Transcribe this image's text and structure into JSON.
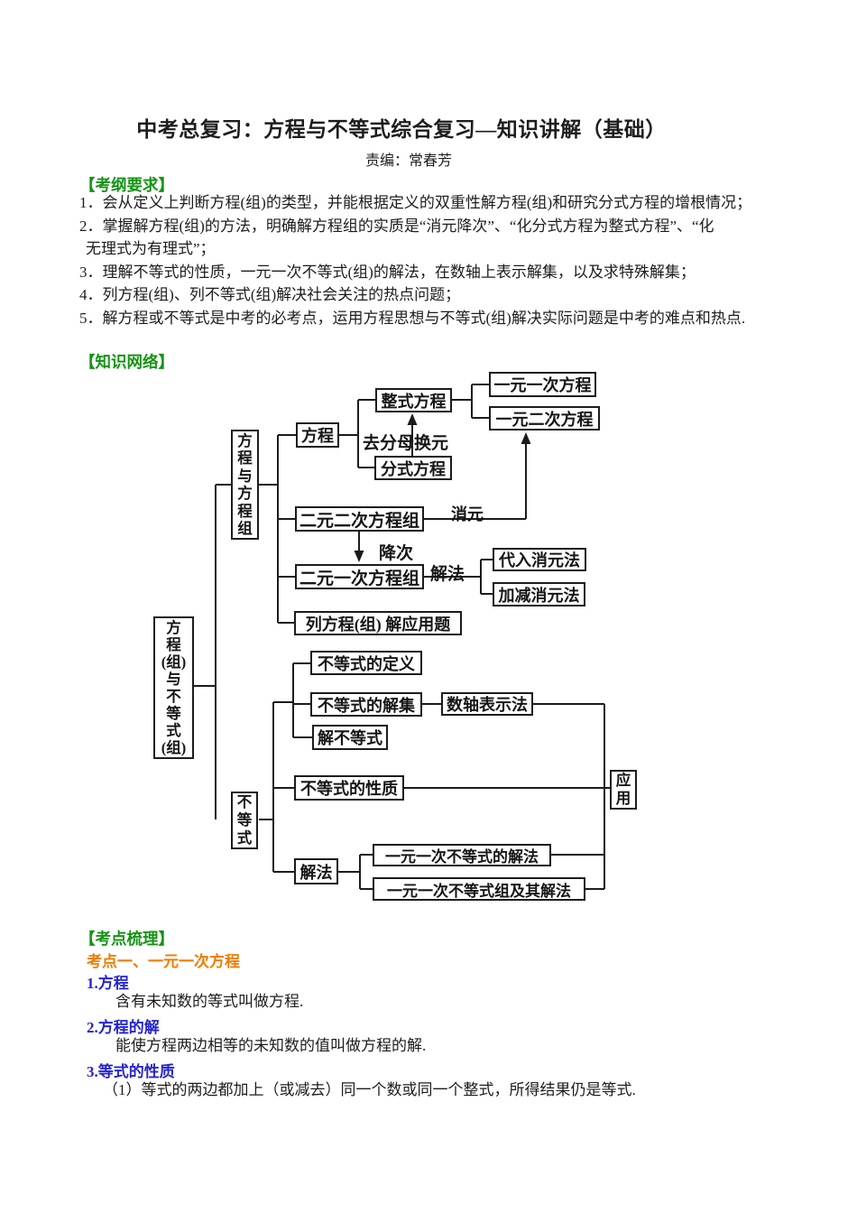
{
  "page": {
    "title": "中考总复习：方程与不等式综合复习—知识讲解（基础）",
    "byline": "责编：常春芳"
  },
  "colors": {
    "header_green": "#149414",
    "topic_orange": "#ee7d00",
    "sub_blue": "#2525cc",
    "ink": "#1c1c1c"
  },
  "sections": {
    "outline_header": "【考纲要求】",
    "network_header": "【知识网络】",
    "review_header": "【考点梳理】"
  },
  "outline": {
    "line1": "1．会从定义上判断方程(组)的类型，并能根据定义的双重性解方程(组)和研究分式方程的增根情况；",
    "line2": "2．掌握解方程(组)的方法，明确解方程组的实质是“消元降次”、“化分式方程为整式方程”、“化",
    "line3": "无理式为有理式”；",
    "line4": "3．理解不等式的性质，一元一次不等式(组)的解法，在数轴上表示解集，以及求特殊解集；",
    "line5": "4．列方程(组)、列不等式(组)解决社会关注的热点问题；",
    "line6": "5．解方程或不等式是中考的必考点，运用方程思想与不等式(组)解决实际问题是中考的难点和热点."
  },
  "review": {
    "topic1": "考点一、一元一次方程",
    "h1": "1.方程",
    "p1": "含有未知数的等式叫做方程.",
    "h2": "2.方程的解",
    "p2": "能使方程两边相等的未知数的值叫做方程的解.",
    "h3": "3.等式的性质",
    "p3": "（1）等式的两边都加上（或减去）同一个数或同一个整式，所得结果仍是等式."
  },
  "diagram": {
    "nodes": {
      "root": {
        "label": "方\n程\n(组)\n与\n不\n等\n式\n(组)"
      },
      "eq_group": {
        "label": "方\n程\n与\n方\n程\n组"
      },
      "fangcheng": {
        "label": "方程"
      },
      "zhengshi": {
        "label": "整式方程"
      },
      "fenshi": {
        "label": "分式方程"
      },
      "yiyuan_yici": {
        "label": "一元一次方程"
      },
      "yiyuan_erci": {
        "label": "一元二次方程"
      },
      "eryuan_erci": {
        "label": "二元二次方程组"
      },
      "eryuan_yici": {
        "label": "二元一次方程组"
      },
      "dairu": {
        "label": "代入消元法"
      },
      "jiajian": {
        "label": "加减消元法"
      },
      "lie_fangcheng": {
        "label": "列方程(组) 解应用题"
      },
      "budengshi": {
        "label": "不\n等\n式"
      },
      "bds_dingyi": {
        "label": "不等式的定义"
      },
      "bds_jieji": {
        "label": "不等式的解集"
      },
      "shuzhou": {
        "label": "数轴表示法"
      },
      "jie_budengshi": {
        "label": "解不等式"
      },
      "bds_xingzhi": {
        "label": "不等式的性质"
      },
      "jiefa_box": {
        "label": "解法"
      },
      "bds_jiefa": {
        "label": "一元一次不等式的解法"
      },
      "bds_zu_jiefa": {
        "label": "一元一次不等式组及其解法"
      },
      "yingyong": {
        "label": "应\n用"
      }
    },
    "labels": {
      "qufenmu": "去分母换元",
      "xiaoyuan": "消元",
      "jiangci": "降次",
      "jiefa": "解法"
    }
  }
}
